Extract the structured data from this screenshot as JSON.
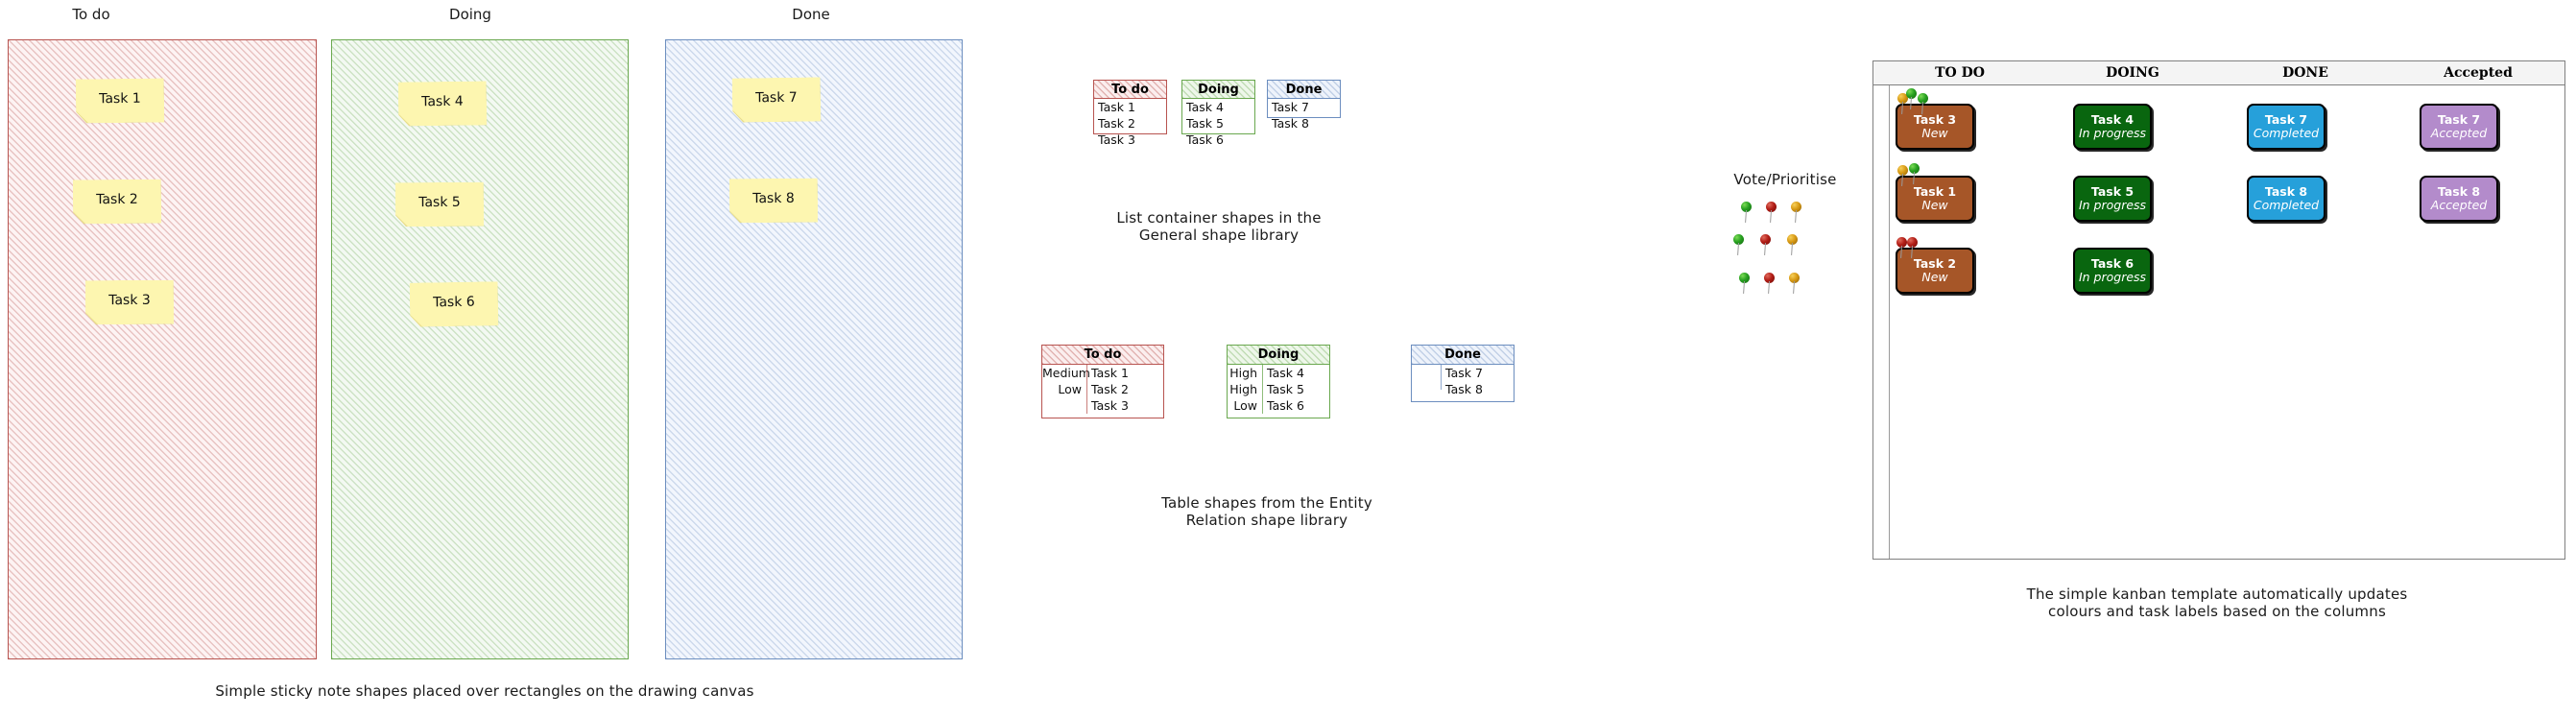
{
  "panel_sticky": {
    "caption": "Simple sticky note shapes placed over rectangles on the drawing canvas",
    "columns": [
      {
        "title": "To do",
        "color": "#b85450",
        "notes": [
          "Task 1",
          "Task 2",
          "Task 3"
        ]
      },
      {
        "title": "Doing",
        "color": "#6aa84f",
        "notes": [
          "Task 4",
          "Task 5",
          "Task 6"
        ]
      },
      {
        "title": "Done",
        "color": "#6c8ebf",
        "notes": [
          "Task 7",
          "Task 8"
        ]
      }
    ]
  },
  "panel_list": {
    "caption_line1": "List container shapes in the",
    "caption_line2": "General shape library",
    "containers": [
      {
        "title": "To do",
        "color": "#b85450",
        "items": [
          "Task 1",
          "Task 2",
          "Task 3"
        ]
      },
      {
        "title": "Doing",
        "color": "#6aa84f",
        "items": [
          "Task 4",
          "Task 5",
          "Task 6"
        ]
      },
      {
        "title": "Done",
        "color": "#6c8ebf",
        "items": [
          "Task 7",
          "Task 8"
        ]
      }
    ]
  },
  "panel_table": {
    "caption_line1": "Table shapes from the Entity",
    "caption_line2": "Relation shape library",
    "tables": [
      {
        "title": "To do",
        "color": "#b85450",
        "rows": [
          {
            "priority": "Medium",
            "task": "Task 1"
          },
          {
            "priority": "Low",
            "task": "Task 2"
          },
          {
            "priority": "",
            "task": "Task 3"
          }
        ]
      },
      {
        "title": "Doing",
        "color": "#6aa84f",
        "rows": [
          {
            "priority": "High",
            "task": "Task 4"
          },
          {
            "priority": "High",
            "task": "Task 5"
          },
          {
            "priority": "Low",
            "task": "Task 6"
          }
        ]
      },
      {
        "title": "Done",
        "color": "#6c8ebf",
        "rows": [
          {
            "priority": "",
            "task": "Task 7"
          },
          {
            "priority": "",
            "task": "Task 8"
          }
        ]
      }
    ]
  },
  "panel_vote": {
    "title": "Vote/Prioritise",
    "rows": [
      [
        "green",
        "red",
        "amber"
      ],
      [
        "green",
        "red",
        "amber"
      ],
      [
        "green",
        "red",
        "amber"
      ]
    ]
  },
  "panel_kanban": {
    "caption_line1": "The simple kanban template automatically updates",
    "caption_line2": "colours and task labels based on the columns",
    "headers": [
      "TO DO",
      "DOING",
      "DONE",
      "Accepted"
    ],
    "colors": {
      "todo": "#a65628",
      "doing": "#09660f",
      "done": "#26a0da",
      "accepted": "#b38bcb"
    },
    "columns": [
      {
        "key": "todo",
        "cards": [
          {
            "title": "Task 3",
            "status": "New",
            "pins": [
              "amber",
              "green",
              "green"
            ]
          },
          {
            "title": "Task 1",
            "status": "New",
            "pins": [
              "amber",
              "green"
            ]
          },
          {
            "title": "Task 2",
            "status": "New",
            "pins": [
              "red",
              "red"
            ]
          }
        ]
      },
      {
        "key": "doing",
        "cards": [
          {
            "title": "Task 4",
            "status": "In progress",
            "pins": []
          },
          {
            "title": "Task 5",
            "status": "In progress",
            "pins": []
          },
          {
            "title": "Task 6",
            "status": "In progress",
            "pins": []
          }
        ]
      },
      {
        "key": "done",
        "cards": [
          {
            "title": "Task 7",
            "status": "Completed",
            "pins": []
          },
          {
            "title": "Task 8",
            "status": "Completed",
            "pins": []
          }
        ]
      },
      {
        "key": "accepted",
        "cards": [
          {
            "title": "Task 7",
            "status": "Accepted",
            "pins": []
          },
          {
            "title": "Task 8",
            "status": "Accepted",
            "pins": []
          }
        ]
      }
    ]
  }
}
